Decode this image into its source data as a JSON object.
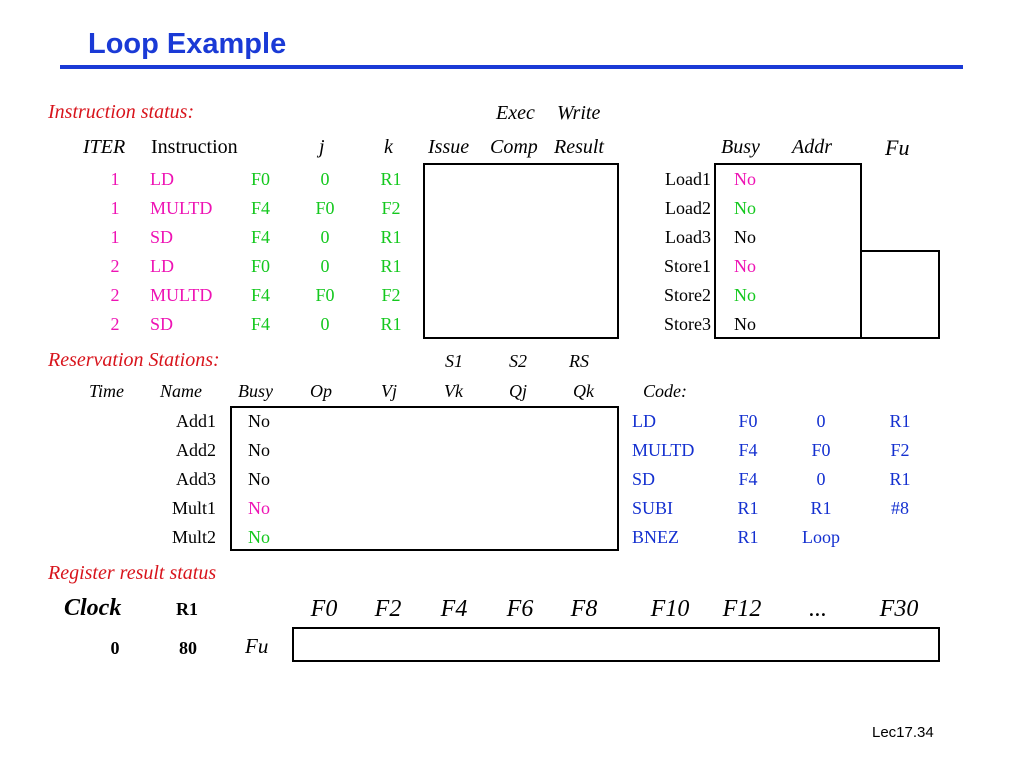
{
  "title": "Loop Example",
  "footer": "Lec17.34",
  "colors": {
    "title": "#1a3ad6",
    "rule": "#1a3ad6",
    "section": "#d8141c",
    "entry": "#ee13b4",
    "operand": "#14c81e",
    "code": "#1430d0"
  },
  "instruction_status": {
    "label": "Instruction status:",
    "headers": {
      "exec_write_top_1": "Exec",
      "exec_write_top_2": "Write",
      "iter": "ITER",
      "instruction": "Instruction",
      "j": "j",
      "k": "k",
      "issue": "Issue",
      "comp": "Comp",
      "result": "Result"
    },
    "rows": [
      {
        "iter": "1",
        "op": "LD",
        "dest": "F0",
        "j": "0",
        "k": "R1"
      },
      {
        "iter": "1",
        "op": "MULTD",
        "dest": "F4",
        "j": "F0",
        "k": "F2"
      },
      {
        "iter": "1",
        "op": "SD",
        "dest": "F4",
        "j": "0",
        "k": "R1"
      },
      {
        "iter": "2",
        "op": "LD",
        "dest": "F0",
        "j": "0",
        "k": "R1"
      },
      {
        "iter": "2",
        "op": "MULTD",
        "dest": "F4",
        "j": "F0",
        "k": "F2"
      },
      {
        "iter": "2",
        "op": "SD",
        "dest": "F4",
        "j": "0",
        "k": "R1"
      }
    ]
  },
  "load_store": {
    "headers": {
      "busy": "Busy",
      "addr": "Addr",
      "fu": "Fu"
    },
    "rows": [
      {
        "name": "Load1",
        "busy": "No"
      },
      {
        "name": "Load2",
        "busy": "No"
      },
      {
        "name": "Load3",
        "busy": "No"
      },
      {
        "name": "Store1",
        "busy": "No"
      },
      {
        "name": "Store2",
        "busy": "No"
      },
      {
        "name": "Store3",
        "busy": "No"
      }
    ]
  },
  "reservation_stations": {
    "label": "Reservation Stations:",
    "headers_top": {
      "s1": "S1",
      "s2": "S2",
      "rs": "RS"
    },
    "headers": {
      "time": "Time",
      "name": "Name",
      "busy": "Busy",
      "op": "Op",
      "vj": "Vj",
      "vk": "Vk",
      "qj": "Qj",
      "qk": "Qk",
      "code": "Code:"
    },
    "rows": [
      {
        "name": "Add1",
        "busy": "No"
      },
      {
        "name": "Add2",
        "busy": "No"
      },
      {
        "name": "Add3",
        "busy": "No"
      },
      {
        "name": "Mult1",
        "busy": "No"
      },
      {
        "name": "Mult2",
        "busy": "No"
      }
    ]
  },
  "code": [
    {
      "op": "LD",
      "a": "F0",
      "b": "0",
      "c": "R1"
    },
    {
      "op": "MULTD",
      "a": "F4",
      "b": "F0",
      "c": "F2"
    },
    {
      "op": "SD",
      "a": "F4",
      "b": "0",
      "c": "R1"
    },
    {
      "op": "SUBI",
      "a": "R1",
      "b": "R1",
      "c": "#8"
    },
    {
      "op": "BNEZ",
      "a": "R1",
      "b": "Loop",
      "c": ""
    }
  ],
  "register_result": {
    "label": "Register result status",
    "clock_label": "Clock",
    "r1_label": "R1",
    "clock_value": "0",
    "r1_value": "80",
    "fu_label": "Fu",
    "registers": [
      "F0",
      "F2",
      "F4",
      "F6",
      "F8",
      "F10",
      "F12",
      "...",
      "F30"
    ]
  }
}
